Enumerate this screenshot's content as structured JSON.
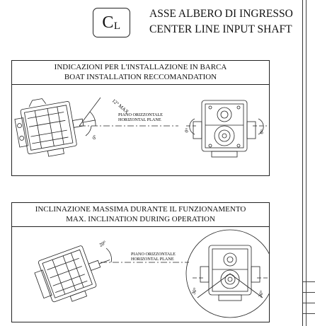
{
  "header": {
    "cl_symbol": "C",
    "cl_subscript": "L",
    "title_it": "ASSE ALBERO DI INGRESSO",
    "title_en": "CENTER LINE INPUT SHAFT"
  },
  "panel1": {
    "title_it": "INDICAZIONI PER L'INSTALLAZIONE IN BARCA",
    "title_en": "BOAT INSTALLATION RECCOMANDATION",
    "plane_it": "PIANO ORIZZONTALE",
    "plane_en": "HORIZONTAL PLANE",
    "angle_max": "12° MAX",
    "angle_side": "0°",
    "angle_front_left": "0°",
    "angle_front_right": "0°"
  },
  "panel2": {
    "title_it": "INCLINAZIONE MASSIMA DURANTE IL FUNZIONAMENTO",
    "title_en": "MAX. INCLINATION DURING OPERATION",
    "plane_it": "PIANO ORIZZONTALE",
    "plane_en": "HORIZONTAL PLANE",
    "angle_side": "20°",
    "angle_front_left": "30°",
    "angle_front_right": "30°"
  }
}
